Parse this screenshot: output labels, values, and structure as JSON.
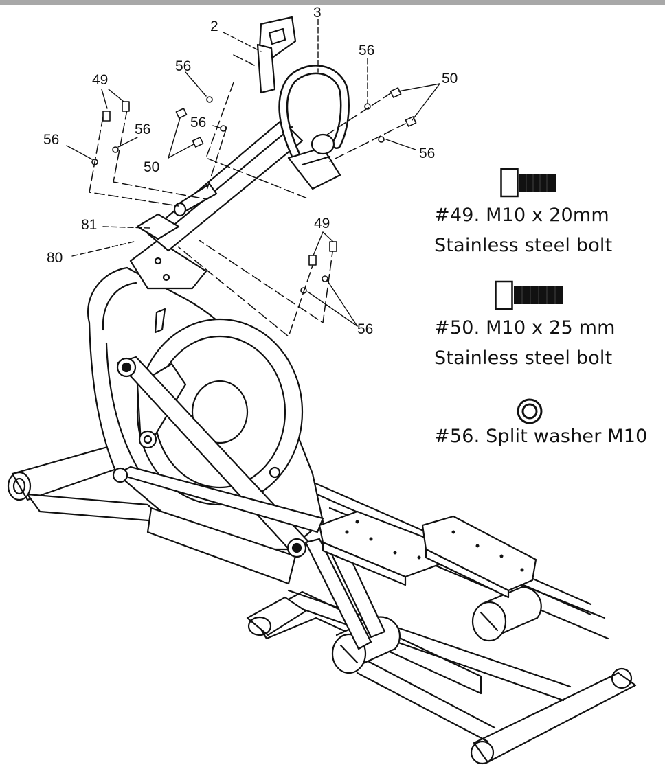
{
  "callouts": {
    "c2": "2",
    "c3": "3",
    "c49a": "49",
    "c49b": "49",
    "c50a": "50",
    "c50b": "50",
    "c56a": "56",
    "c56b": "56",
    "c56c": "56",
    "c56d": "56",
    "c56e": "56",
    "c56f": "56",
    "c56g": "56",
    "c80": "80",
    "c81": "81"
  },
  "legend": [
    {
      "part": "#49. M10 x 20mm",
      "desc": "Stainless steel bolt",
      "icon": "bolt-short-icon"
    },
    {
      "part": "#50. M10 x 25 mm",
      "desc": "Stainless steel bolt",
      "icon": "bolt-long-icon"
    },
    {
      "part": "#56. Split washer M10",
      "icon": "split-washer-icon"
    }
  ]
}
